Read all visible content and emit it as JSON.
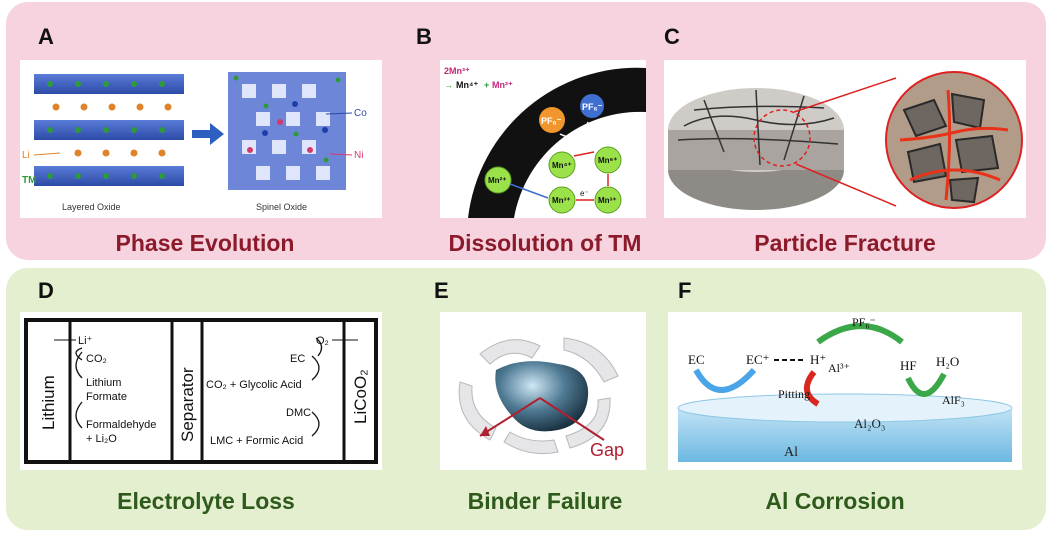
{
  "panels": {
    "a": {
      "letter": "A",
      "caption": "Phase Evolution",
      "li": "Li",
      "tm": "TM",
      "co": "Co",
      "ni": "Ni",
      "left_label": "Layered Oxide",
      "right_label": "Spinel Oxide"
    },
    "b": {
      "letter": "B",
      "caption": "Dissolution of TM",
      "eq_left": "2Mn³⁺",
      "eq_right1": "Mn⁴⁺",
      "eq_plus": "+",
      "eq_right2": "Mn²⁺",
      "pf6": "PF₆⁻",
      "e": "e⁻",
      "mn4": "Mn⁴⁺",
      "mn6": "Mn⁶⁺",
      "mn3": "Mn³⁺",
      "mn2": "Mn²⁺"
    },
    "c": {
      "letter": "C",
      "caption": "Particle Fracture"
    },
    "d": {
      "letter": "D",
      "caption": "Electrolyte Loss",
      "lithium": "Lithium",
      "separator": "Separator",
      "licoo2": "LiCoO₂",
      "li_plus": "Li⁺",
      "co2": "CO₂",
      "lithium_word": "Lithium",
      "formate": "Formate",
      "formaldehyde": "Formaldehyde",
      "li2o": "+ Li₂O",
      "o2": "O₂",
      "ec": "EC",
      "glycolic": "CO₂ + Glycolic Acid",
      "dmc": "DMC",
      "lmc": "LMC + Formic Acid"
    },
    "e": {
      "letter": "E",
      "caption": "Binder Failure",
      "gap": "Gap"
    },
    "f": {
      "letter": "F",
      "caption": "Al Corrosion",
      "pf6": "PF₆⁻",
      "ec": "EC",
      "ec_plus": "EC⁺",
      "h_plus": "H⁺",
      "al3": "Al³⁺",
      "hf": "HF",
      "h2o": "H₂O",
      "pitting": "Pitting",
      "alf3": "AlF₃",
      "al2o3": "Al₂O₃",
      "al": "Al"
    }
  },
  "colors": {
    "top_band": "#f6d3df",
    "bottom_band": "#e3efcf",
    "top_caption": "#8b1a2b",
    "bottom_caption": "#2e5a1c"
  }
}
